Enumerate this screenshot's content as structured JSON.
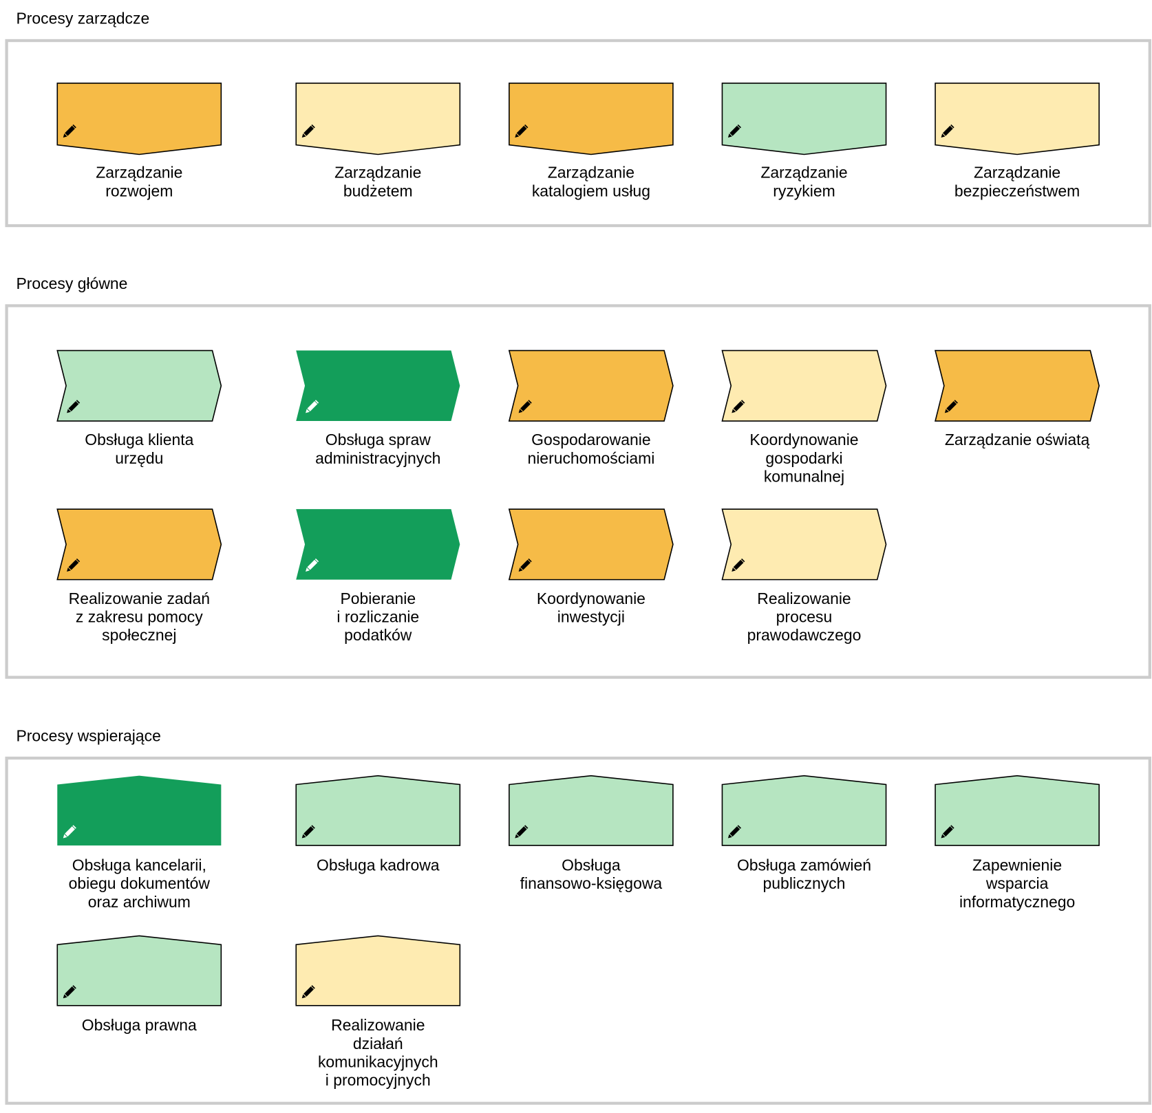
{
  "colors": {
    "orange": "#f6bb47",
    "light_yellow": "#feebb1",
    "light_green": "#b6e5c1",
    "green": "#139e5a",
    "frame": "#cccccc"
  },
  "sections": [
    {
      "title": "Procesy zarządcze",
      "shape": "pentagon-down",
      "items": [
        {
          "label": [
            "Zarządzanie",
            "rozwojem"
          ],
          "color": "orange",
          "icon": "pencil-icon"
        },
        {
          "label": [
            "Zarządzanie",
            "budżetem"
          ],
          "color": "light_yellow",
          "icon": "pencil-icon"
        },
        {
          "label": [
            "Zarządzanie",
            "katalogiem usług"
          ],
          "color": "orange",
          "icon": "pencil-icon"
        },
        {
          "label": [
            "Zarządzanie",
            "ryzykiem"
          ],
          "color": "light_green",
          "icon": "pencil-icon"
        },
        {
          "label": [
            "Zarządzanie",
            "bezpieczeństwem"
          ],
          "color": "light_yellow",
          "icon": "pencil-icon"
        }
      ]
    },
    {
      "title": "Procesy główne",
      "shape": "chevron",
      "items": [
        {
          "label": [
            "Obsługa klienta",
            "urzędu"
          ],
          "color": "light_green",
          "icon": "pencil-icon"
        },
        {
          "label": [
            "Obsługa spraw",
            "administracyjnych"
          ],
          "color": "green",
          "icon": "pencil-icon"
        },
        {
          "label": [
            "Gospodarowanie",
            "nieruchomościami"
          ],
          "color": "orange",
          "icon": "pencil-icon"
        },
        {
          "label": [
            "Koordynowanie",
            "gospodarki",
            "komunalnej"
          ],
          "color": "light_yellow",
          "icon": "pencil-icon"
        },
        {
          "label": [
            "Zarządzanie oświatą"
          ],
          "color": "orange",
          "icon": "pencil-icon"
        },
        {
          "label": [
            "Realizowanie zadań",
            "z zakresu pomocy",
            "społecznej"
          ],
          "color": "orange",
          "icon": "pencil-icon"
        },
        {
          "label": [
            "Pobieranie",
            "i rozliczanie",
            "podatków"
          ],
          "color": "green",
          "icon": "pencil-icon"
        },
        {
          "label": [
            "Koordynowanie",
            "inwestycji"
          ],
          "color": "orange",
          "icon": "pencil-icon"
        },
        {
          "label": [
            "Realizowanie",
            "procesu",
            "prawodawczego"
          ],
          "color": "light_yellow",
          "icon": "pencil-icon"
        }
      ]
    },
    {
      "title": "Procesy wspierające",
      "shape": "pentagon-up",
      "items": [
        {
          "label": [
            "Obsługa kancelarii,",
            "obiegu dokumentów",
            "oraz archiwum"
          ],
          "color": "green",
          "icon": "pencil-icon"
        },
        {
          "label": [
            "Obsługa kadrowa"
          ],
          "color": "light_green",
          "icon": "pencil-icon"
        },
        {
          "label": [
            "Obsługa",
            "finansowo-księgowa"
          ],
          "color": "light_green",
          "icon": "pencil-icon"
        },
        {
          "label": [
            "Obsługa zamówień",
            "publicznych"
          ],
          "color": "light_green",
          "icon": "pencil-icon"
        },
        {
          "label": [
            "Zapewnienie",
            "wsparcia",
            "informatycznego"
          ],
          "color": "light_green",
          "icon": "pencil-icon"
        },
        {
          "label": [
            "Obsługa prawna"
          ],
          "color": "light_green",
          "icon": "pencil-icon"
        },
        {
          "label": [
            "Realizowanie",
            "działań",
            "komunikacyjnych",
            "i promocyjnych"
          ],
          "color": "light_yellow",
          "icon": "pencil-icon"
        }
      ]
    }
  ]
}
